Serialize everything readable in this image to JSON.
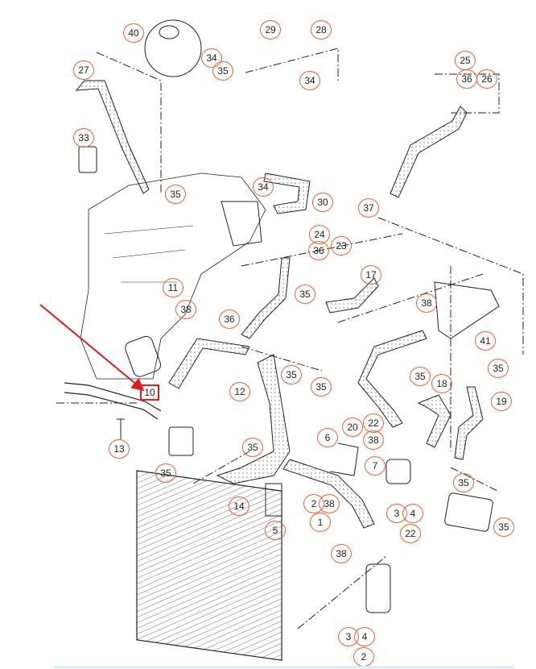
{
  "diagram": {
    "title_hidden": null,
    "callouts": [
      "40",
      "34",
      "29",
      "28",
      "35",
      "34",
      "27",
      "25",
      "36",
      "26",
      "33",
      "35",
      "34",
      "30",
      "37",
      "24",
      "36",
      "23",
      "11",
      "17",
      "35",
      "38",
      "38",
      "36",
      "41",
      "35",
      "35",
      "35",
      "18",
      "35",
      "12",
      "19",
      "20",
      "22",
      "38",
      "6",
      "13",
      "35",
      "7",
      "35",
      "35",
      "14",
      "2",
      "38",
      "3",
      "4",
      "1",
      "5",
      "22",
      "35",
      "38",
      "3",
      "4",
      "2"
    ],
    "highlighted_part": "10",
    "colors": {
      "callout_ring": "#f0602a",
      "highlight": "#e01b1b",
      "line": "#222222"
    }
  }
}
